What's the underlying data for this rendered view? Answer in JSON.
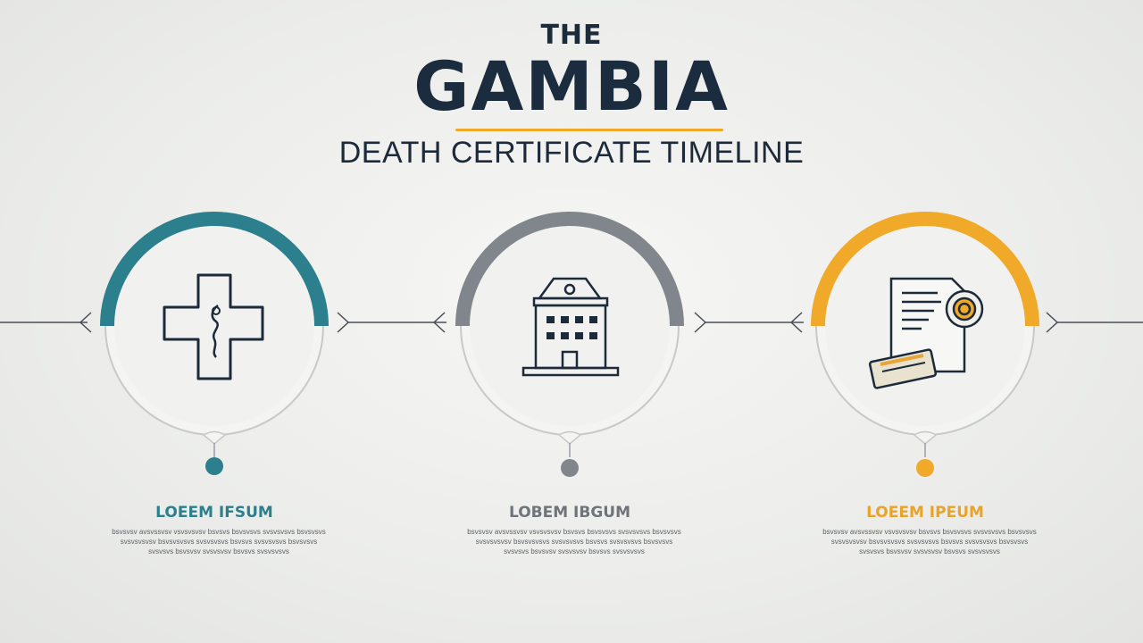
{
  "header": {
    "pre_title": "THE",
    "title": "GAMBIA",
    "subtitle": "DEATH CERTIFICATE TIMELINE"
  },
  "colors": {
    "teal": "#2c7f8c",
    "gray": "#80868b",
    "gold": "#f0a928",
    "dark": "#1c2a3a",
    "line": "#4a4f55"
  },
  "steps": [
    {
      "icon": "medical-cross-icon",
      "title": "LOEEM IFSUM",
      "body": "bsvsvsv avsvssvsv vsvsvsvsv bsvsvs bsvsvsvs svsvsvsvs bsvsvsvs svsvsvsvsv bsvsvsvsvs svsvsvsvs bsvsvs svsvsvsvs bsvsvsvs svsvsvs bsvsvsv svsvsvsv bsvsvs svsvsvsvs"
    },
    {
      "icon": "hospital-building-icon",
      "title": "LOBEM IBGUM",
      "body": "bsvsvsv avsvssvsv vsvsvsvsv bsvsvs bsvsvsvs svsvsvsvs bsvsvsvs svsvsvsvsv bsvsvsvsvs svsvsvsvs bsvsvs svsvsvsvs bsvsvsvs svsvsvs bsvsvsv svsvsvsv bsvsvs svsvsvsvs"
    },
    {
      "icon": "certificate-document-icon",
      "title": "LOEEM IPEUM",
      "body": "bsvsvsv avsvssvsv vsvsvsvsv bsvsvs bsvsvsvs svsvsvsvs bsvsvsvs svsvsvsvsv bsvsvsvsvs svsvsvsvs bsvsvs svsvsvsvs bsvsvsvs svsvsvs bsvsvsv svsvsvsv bsvsvs svsvsvsvs"
    }
  ]
}
